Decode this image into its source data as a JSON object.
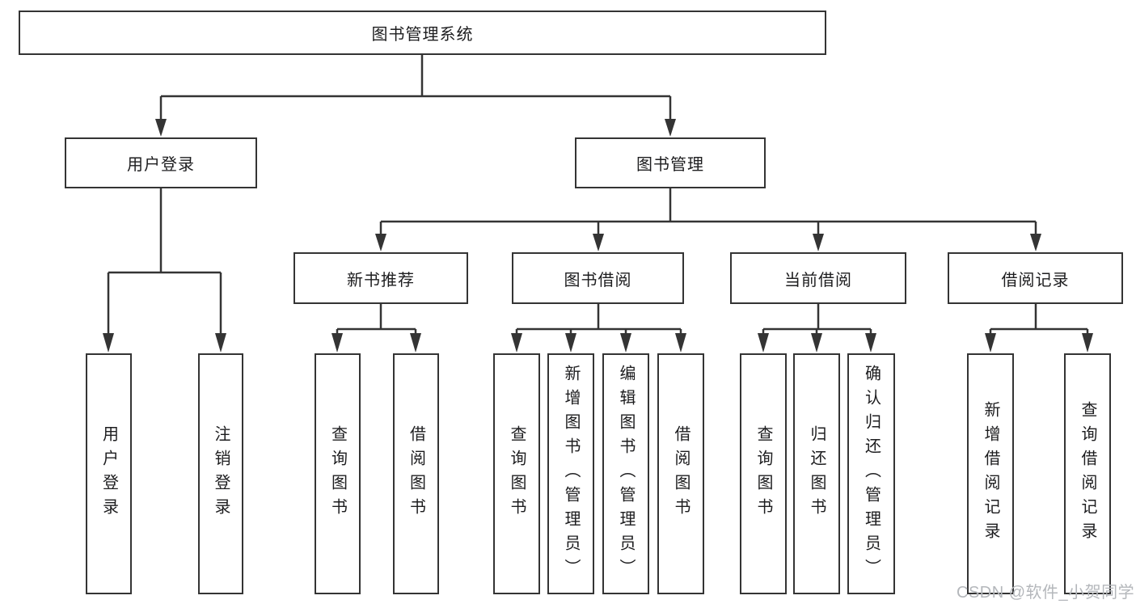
{
  "diagram": {
    "type": "hierarchy-tree",
    "orientation": "top-down"
  },
  "colors": {
    "background": "#ffffff",
    "box_border": "#343434",
    "line": "#343434",
    "text": "#1d1d1f",
    "watermark": "#b4b7bb"
  },
  "tree": {
    "root": {
      "label": "图书管理系统",
      "children": [
        {
          "label": "用户登录",
          "children": [
            {
              "label": "用户登录"
            },
            {
              "label": "注销登录"
            }
          ]
        },
        {
          "label": "图书管理",
          "children": [
            {
              "label": "新书推荐",
              "children": [
                {
                  "label": "查询图书"
                },
                {
                  "label": "借阅图书"
                }
              ]
            },
            {
              "label": "图书借阅",
              "children": [
                {
                  "label": "查询图书"
                },
                {
                  "label": "新增图书（管理员）"
                },
                {
                  "label": "编辑图书（管理员）"
                },
                {
                  "label": "借阅图书"
                }
              ]
            },
            {
              "label": "当前借阅",
              "children": [
                {
                  "label": "查询图书"
                },
                {
                  "label": "归还图书"
                },
                {
                  "label": "确认归还（管理员）"
                }
              ]
            },
            {
              "label": "借阅记录",
              "children": [
                {
                  "label": "新增借阅记录"
                },
                {
                  "label": "查询借阅记录"
                }
              ]
            }
          ]
        }
      ]
    }
  },
  "watermark": {
    "text": "CSDN @软件_小贺同学"
  }
}
